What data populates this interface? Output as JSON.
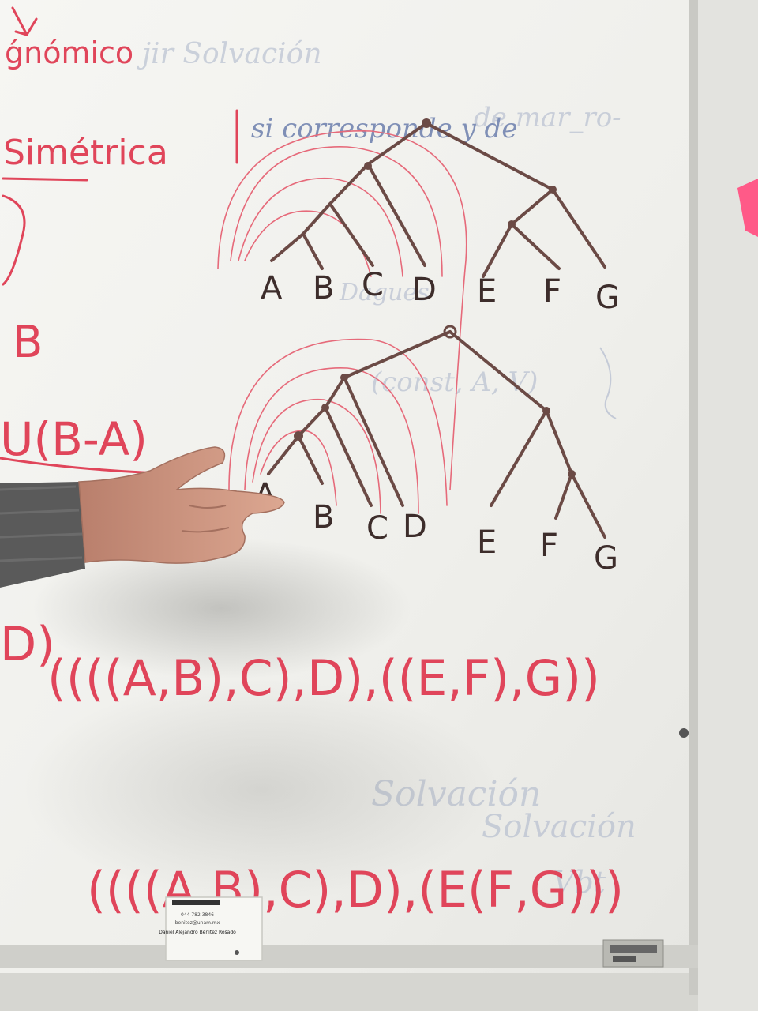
{
  "board": {
    "heading_fragment": "ǵnómico",
    "red_label": "Simétrica",
    "blue_note": "si corresponde y de",
    "red_letter_B": "B",
    "red_set_expr": "U(B-A)",
    "left_edge_D": "D)"
  },
  "trees": {
    "top_leaves": [
      "A",
      "B",
      "C",
      "D",
      "E",
      "F",
      "G"
    ],
    "bottom_leaves": [
      "A",
      "B",
      "C",
      "D",
      "E",
      "F",
      "G"
    ]
  },
  "newick": {
    "line1": "((((A,B),C),D),((E,F),G))",
    "line2": "((((A,B),C),D),(E(F,G)))"
  },
  "card": {
    "line1": "Daniel Alejandro Benítez Rosado",
    "line2": "benitez@unam.mx",
    "line3": "044 782 3846"
  },
  "colors": {
    "board": "#f4f4f1",
    "red_marker": "#e0455a",
    "brown_marker": "#6b4a45",
    "ghost_blue": "#a9b3c9",
    "sleeve": "#5a5a5a",
    "skin": "#d39a84"
  }
}
